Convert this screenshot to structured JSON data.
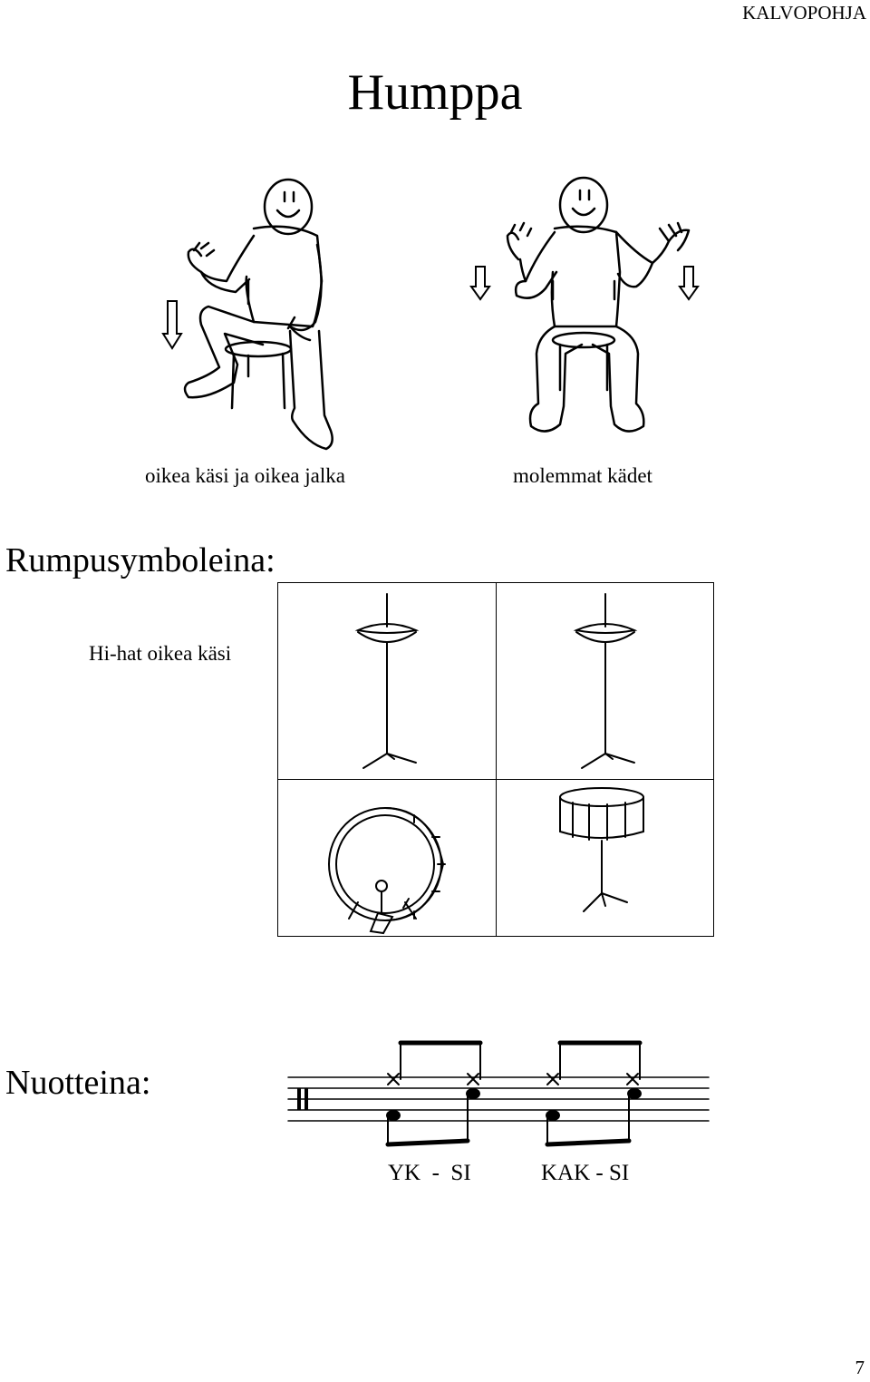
{
  "header": {
    "label": "KALVOPOHJA"
  },
  "title": "Humppa",
  "captions": {
    "left": "oikea käsi ja oikea jalka",
    "right": "molemmat kädet"
  },
  "sections": {
    "drum_symbols": "Rumpusymboleina:",
    "notation": "Nuotteina:"
  },
  "hihat_label": "Hi-hat oikea käsi",
  "syllables": [
    "YK  -  SI",
    "KAK - SI"
  ],
  "page_number": "7",
  "icons": {
    "down_arrow": "down-arrow-icon",
    "hihat": "hihat-cymbal-icon",
    "bass_drum": "bass-drum-icon",
    "snare": "snare-drum-icon"
  }
}
